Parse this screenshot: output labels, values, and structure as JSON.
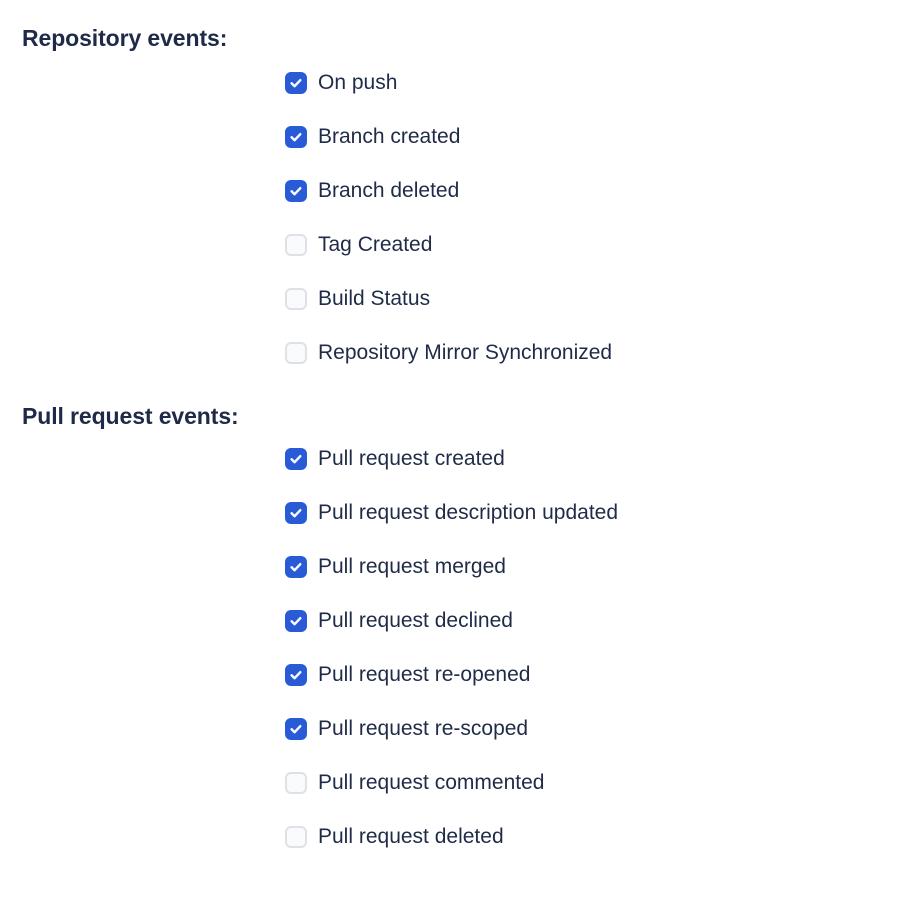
{
  "colors": {
    "background": "#ffffff",
    "text": "#1f2b47",
    "heading": "#1e2a47",
    "checkbox_checked_fill": "#2a5bd7",
    "checkbox_checked_mark": "#ffffff",
    "checkbox_unchecked_fill": "#fafbfc",
    "checkbox_unchecked_border": "#dfe1e6"
  },
  "sections": [
    {
      "id": "repository-events",
      "heading": "Repository events:",
      "options": [
        {
          "label": "On push",
          "checked": true
        },
        {
          "label": "Branch created",
          "checked": true
        },
        {
          "label": "Branch deleted",
          "checked": true
        },
        {
          "label": "Tag Created",
          "checked": false
        },
        {
          "label": "Build Status",
          "checked": false
        },
        {
          "label": "Repository Mirror Synchronized",
          "checked": false
        }
      ]
    },
    {
      "id": "pull-request-events",
      "heading": "Pull request events:",
      "options": [
        {
          "label": "Pull request created",
          "checked": true
        },
        {
          "label": "Pull request description updated",
          "checked": true
        },
        {
          "label": "Pull request merged",
          "checked": true
        },
        {
          "label": "Pull request declined",
          "checked": true
        },
        {
          "label": "Pull request re-opened",
          "checked": true
        },
        {
          "label": "Pull request re-scoped",
          "checked": true
        },
        {
          "label": "Pull request commented",
          "checked": false
        },
        {
          "label": "Pull request deleted",
          "checked": false
        }
      ]
    }
  ],
  "icons": {
    "checkmark": "check-icon"
  }
}
